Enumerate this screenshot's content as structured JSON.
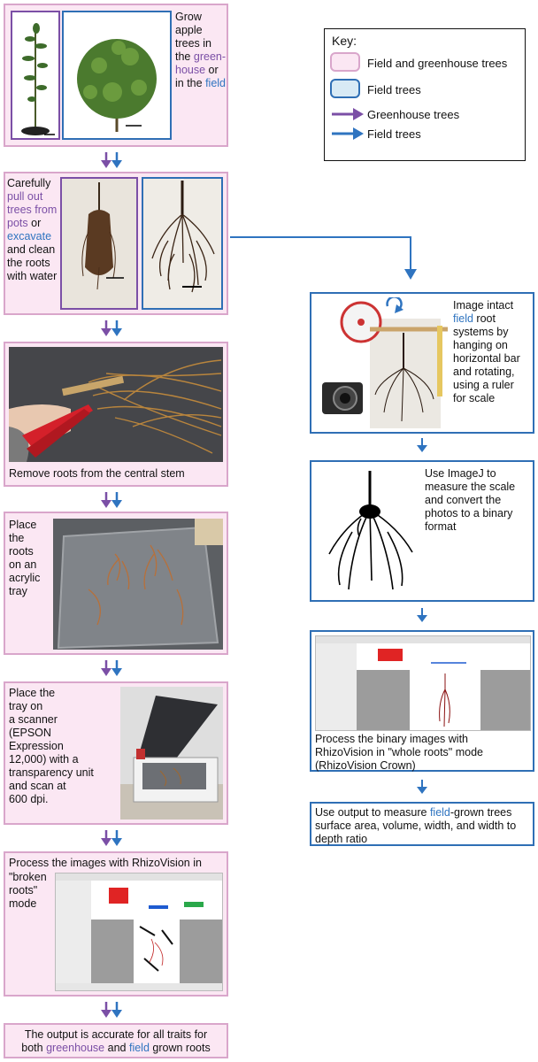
{
  "key": {
    "title": "Key:",
    "items": [
      "Field and greenhouse trees",
      "Field trees",
      "Greenhouse trees",
      "Field trees"
    ]
  },
  "left_steps": {
    "s1": {
      "a": "Grow",
      "b": "apple",
      "c": "trees in",
      "d": "the",
      "e": "green-",
      "f": "house",
      "g": "or",
      "h": "in the",
      "i": "field"
    },
    "s2": {
      "a": "Carefully",
      "b": "pull out",
      "c": "trees from",
      "d": "pots",
      "e": "or",
      "f": "excavate",
      "g": "and clean",
      "h": "the roots",
      "i": "with water"
    },
    "s3": "Remove  roots from the central stem",
    "s4": [
      "Place",
      "the",
      "roots",
      "on an",
      "acrylic",
      "tray"
    ],
    "s5": [
      "Place the",
      "tray on",
      "a scanner",
      "(EPSON",
      "Expression",
      "12,000) with a",
      "transparency unit",
      "and scan at",
      "600 dpi."
    ],
    "s6": [
      "Process the images with RhizoVision in",
      "\"broken",
      "roots\"",
      "mode"
    ],
    "s7": {
      "l1": "The output is accurate for all traits for",
      "l2a": "both",
      "l2b": "greenhouse",
      "l2c": "and",
      "l2d": "field",
      "l2e": "grown roots"
    }
  },
  "right_steps": {
    "r1": {
      "a": "Image intact",
      "b": "field",
      "c": "root",
      "d": "systems by",
      "e": "hanging on",
      "f": "horizontal bar",
      "g": "and rotating,",
      "h": "using a ruler",
      "i": "for scale"
    },
    "r2": [
      "Use ImageJ to",
      "measure the scale",
      "and convert the",
      "photos to a binary",
      "format"
    ],
    "r3": [
      "Process the binary images with",
      "RhizoVision in \"whole roots\" mode",
      "(RhizoVision Crown)"
    ],
    "r4": {
      "a": "Use output to measure",
      "b": "field",
      "c": "-grown trees",
      "d": "surface area, volume, width, and width to",
      "e": "depth ratio"
    }
  },
  "colors": {
    "pink_fill": "#fbe7f3",
    "pink_border": "#d9a6cb",
    "blue_border": "#2f6fb5",
    "purple": "#7b4fa6",
    "blue": "#2f74c0"
  }
}
